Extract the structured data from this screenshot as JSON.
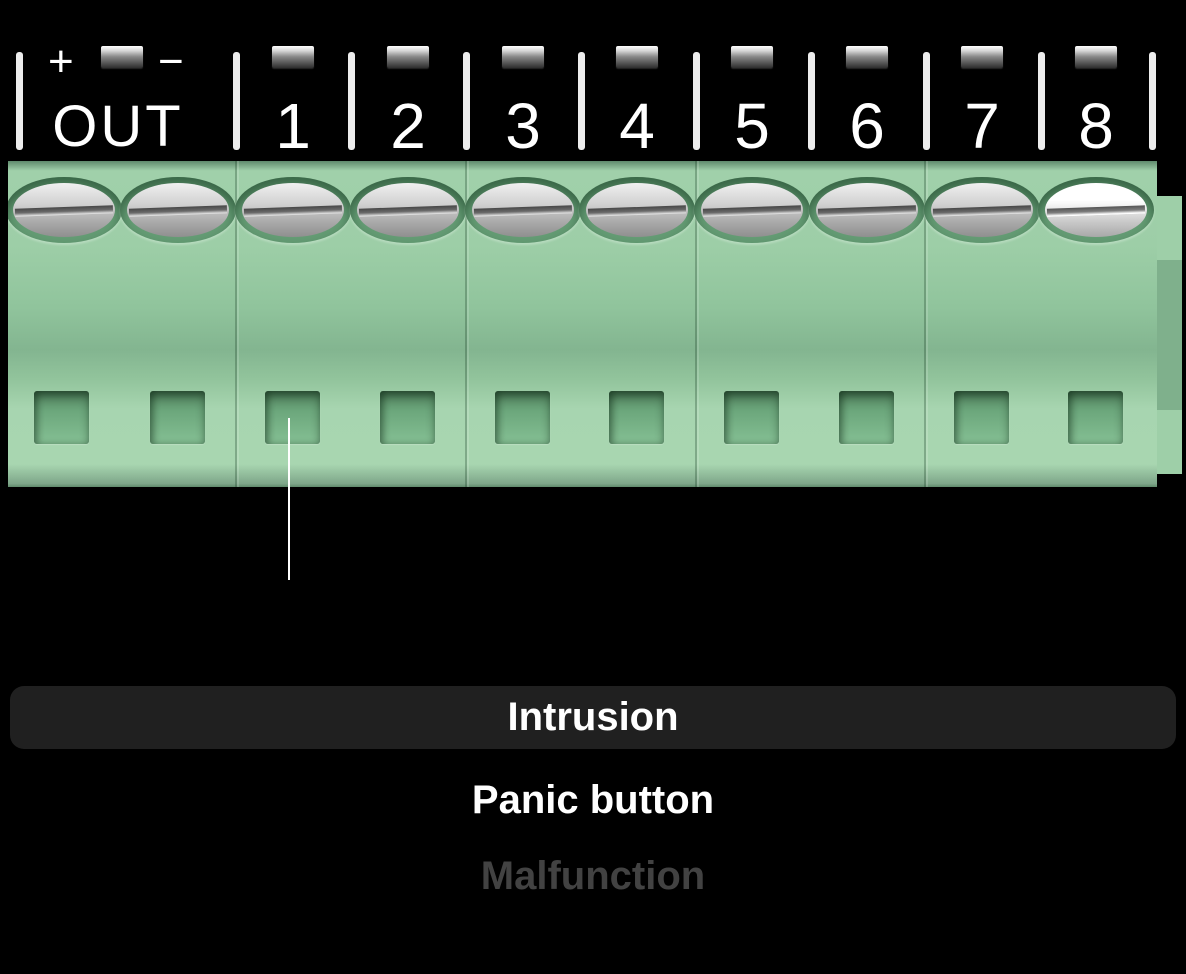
{
  "header": {
    "out": {
      "plus": "+",
      "minus": "−",
      "label": "OUT"
    },
    "terminals": [
      "1",
      "2",
      "3",
      "4",
      "5",
      "6",
      "7",
      "8"
    ]
  },
  "picker": {
    "selected": "Intrusion",
    "options": [
      "Intrusion",
      "Panic button",
      "Malfunction"
    ]
  },
  "icons": {
    "fuse": "fuse-icon",
    "screw": "screw-terminal",
    "hole": "wire-hole"
  },
  "colors": {
    "background": "#000000",
    "terminal_green": "#9ccfa6",
    "selected_row_bg": "#202020",
    "option_text": "#ffffff",
    "faded_option_text": "#424242",
    "label_text": "#ffffff"
  }
}
